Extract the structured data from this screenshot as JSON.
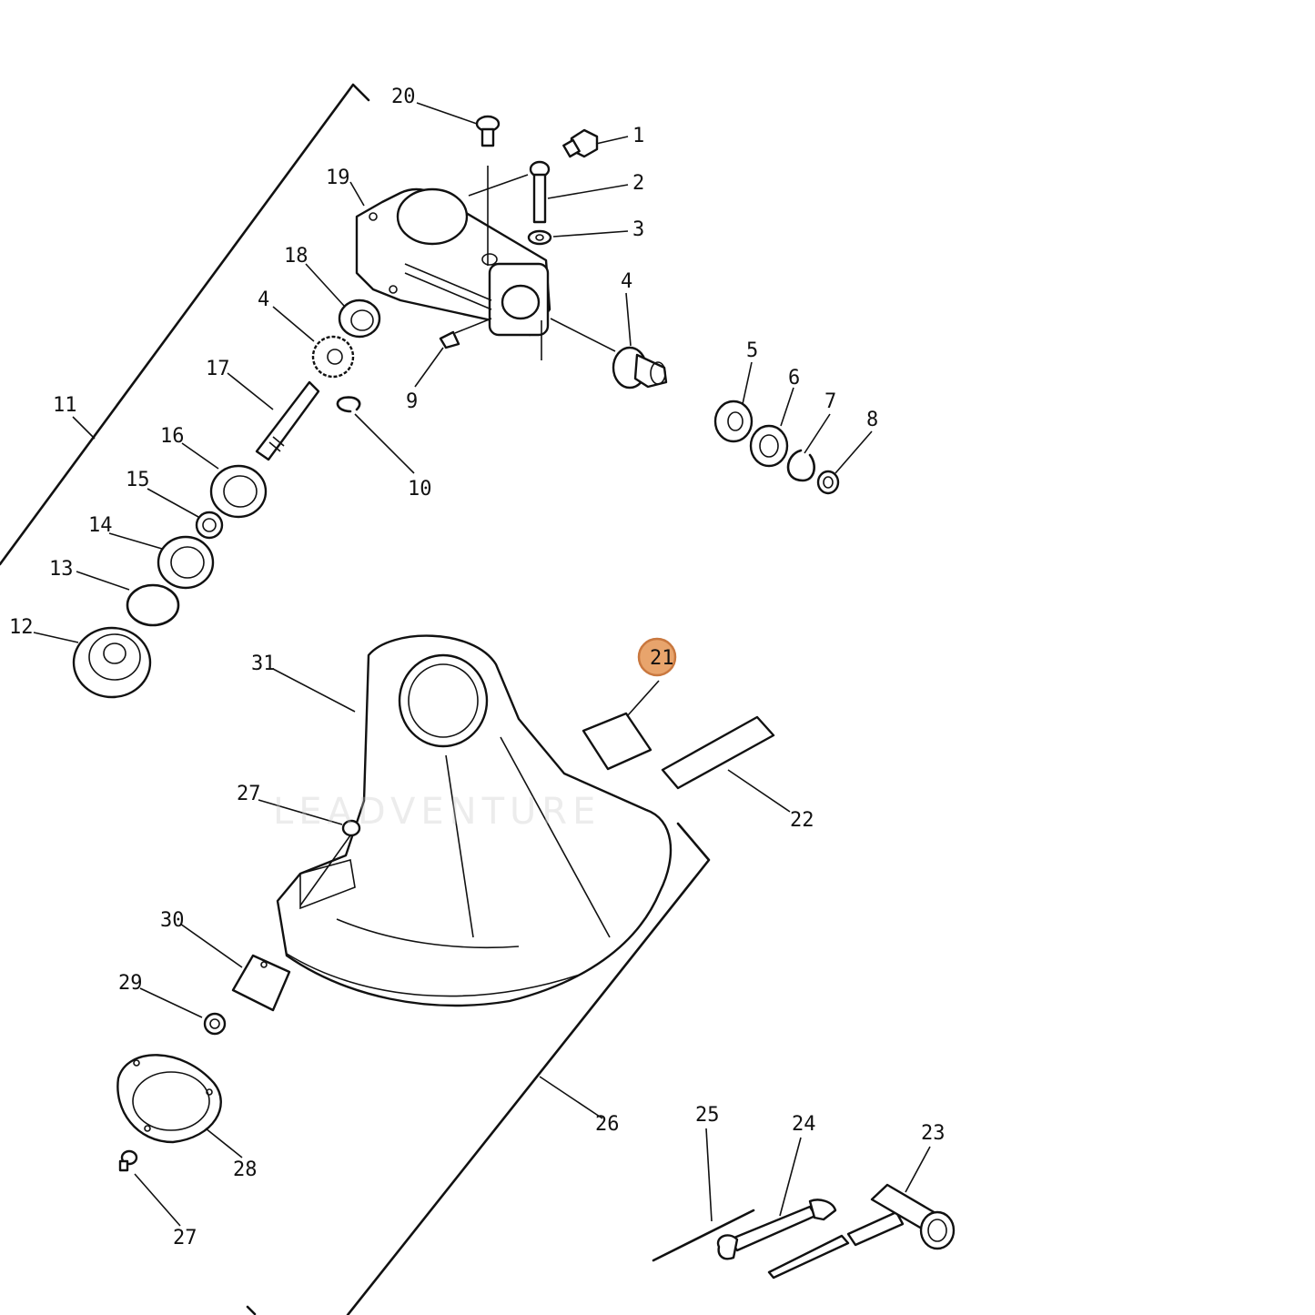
{
  "watermark": "LEADVENTURE",
  "highlight": {
    "callout": "21",
    "color": "#e8a46c",
    "ring_color": "#c9783f"
  },
  "callouts": [
    "20",
    "1",
    "19",
    "2",
    "3",
    "18",
    "4",
    "4",
    "9",
    "17",
    "11",
    "5",
    "6",
    "7",
    "8",
    "16",
    "10",
    "15",
    "14",
    "13",
    "12",
    "31",
    "21",
    "22",
    "27",
    "30",
    "29",
    "28",
    "27",
    "26",
    "25",
    "24",
    "23"
  ]
}
